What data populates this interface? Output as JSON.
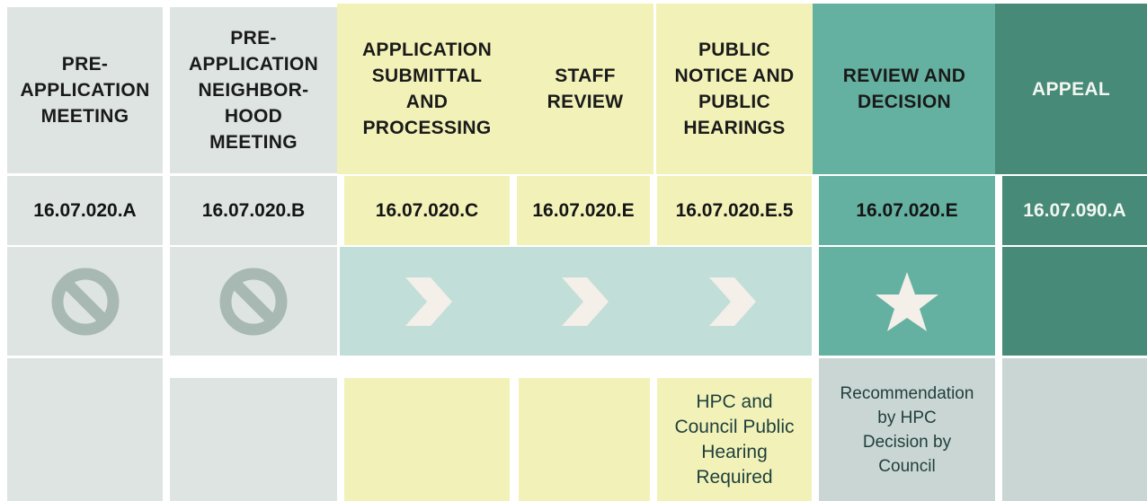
{
  "columns": [
    {
      "heading": "PRE-\nAPPLICATION\nMEETING",
      "code": "16.07.020.A",
      "icon": "no-entry-icon",
      "note": ""
    },
    {
      "heading": "PRE-\nAPPLICATION\nNEIGHBOR-\nHOOD\nMEETING",
      "code": "16.07.020.B",
      "icon": "no-entry-icon",
      "note": ""
    },
    {
      "heading": "APPLICATION\nSUBMITTAL\nAND\nPROCESSING",
      "code": "16.07.020.C",
      "icon": "chevron-right-icon",
      "note": ""
    },
    {
      "heading": "STAFF\nREVIEW",
      "code": "16.07.020.E",
      "icon": "chevron-right-icon",
      "note": ""
    },
    {
      "heading": "PUBLIC\nNOTICE AND\nPUBLIC\nHEARINGS",
      "code": "16.07.020.E.5",
      "icon": "chevron-right-icon",
      "note": "HPC and\nCouncil Public\nHearing\nRequired"
    },
    {
      "heading": "REVIEW AND\nDECISION",
      "code": "16.07.020.E",
      "icon": "star-icon",
      "note": "Recommendation\nby HPC\nDecision by\nCouncil"
    },
    {
      "heading": "APPEAL",
      "code": "16.07.090.A",
      "icon": "",
      "note": ""
    }
  ],
  "colors": {
    "pre_application": "#dde4e1",
    "processing": "#f2f2b8",
    "review_decision": "#65b1a1",
    "appeal": "#468a77",
    "arrow_band": "#c1ded8",
    "icon_gray": "#a8b9b3",
    "icon_cream": "#f4efe8",
    "note_text": "#1f3f3d"
  }
}
